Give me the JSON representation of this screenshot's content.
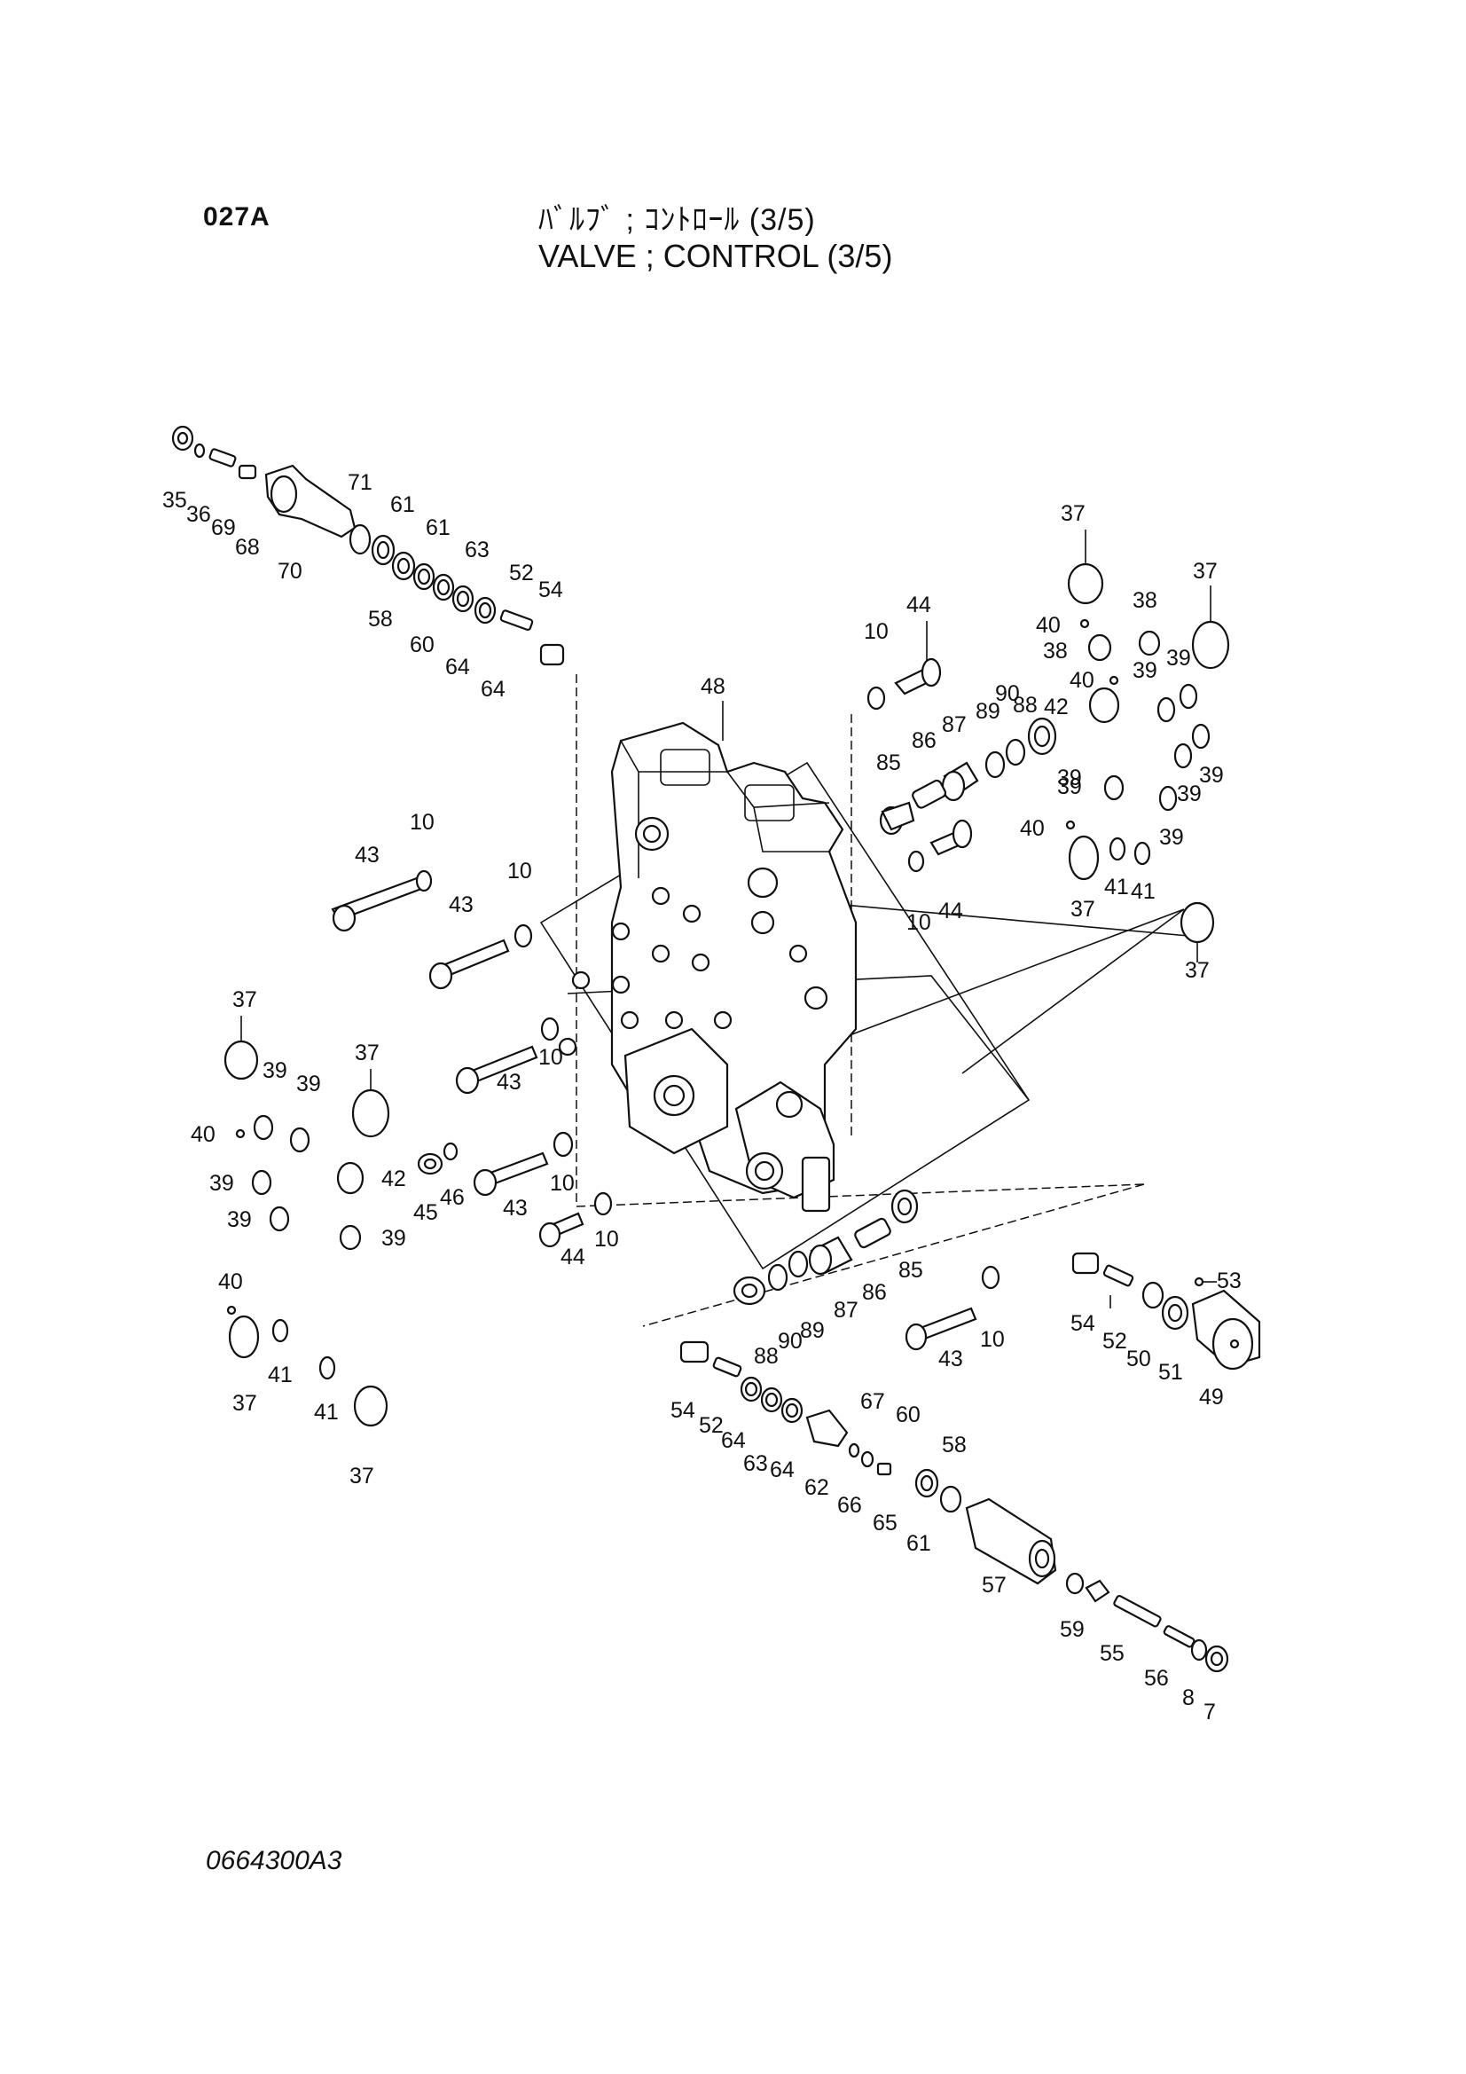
{
  "header": {
    "code": "027A",
    "title_jp": "ﾊﾞﾙﾌﾞ ; ｺﾝﾄﾛｰﾙ (3/5)",
    "title_en": "VALVE ; CONTROL (3/5)"
  },
  "footer": {
    "drawing_number": "0664300A3"
  },
  "part_numbers": [
    "7",
    "8",
    "10",
    "35",
    "36",
    "37",
    "38",
    "39",
    "40",
    "41",
    "42",
    "43",
    "44",
    "45",
    "46",
    "48",
    "49",
    "50",
    "51",
    "52",
    "53",
    "54",
    "55",
    "56",
    "57",
    "58",
    "59",
    "60",
    "61",
    "62",
    "63",
    "64",
    "65",
    "66",
    "67",
    "68",
    "69",
    "70",
    "71",
    "85",
    "86",
    "87",
    "88",
    "89",
    "90"
  ],
  "callouts": [
    {
      "n": "35"
    },
    {
      "n": "36"
    },
    {
      "n": "69"
    },
    {
      "n": "68"
    },
    {
      "n": "70"
    },
    {
      "n": "71"
    },
    {
      "n": "58"
    },
    {
      "n": "61"
    },
    {
      "n": "60"
    },
    {
      "n": "61"
    },
    {
      "n": "64"
    },
    {
      "n": "63"
    },
    {
      "n": "64"
    },
    {
      "n": "52"
    },
    {
      "n": "54"
    },
    {
      "n": "48"
    },
    {
      "n": "10"
    },
    {
      "n": "44"
    },
    {
      "n": "37"
    },
    {
      "n": "40"
    },
    {
      "n": "38"
    },
    {
      "n": "38"
    },
    {
      "n": "37"
    },
    {
      "n": "40"
    },
    {
      "n": "42"
    },
    {
      "n": "39"
    },
    {
      "n": "39"
    },
    {
      "n": "39"
    },
    {
      "n": "39"
    },
    {
      "n": "39"
    },
    {
      "n": "39"
    },
    {
      "n": "88"
    },
    {
      "n": "90"
    },
    {
      "n": "89"
    },
    {
      "n": "87"
    },
    {
      "n": "86"
    },
    {
      "n": "85"
    },
    {
      "n": "39"
    },
    {
      "n": "40"
    },
    {
      "n": "37"
    },
    {
      "n": "41"
    },
    {
      "n": "41"
    },
    {
      "n": "10"
    },
    {
      "n": "44"
    },
    {
      "n": "37"
    },
    {
      "n": "43"
    },
    {
      "n": "10"
    },
    {
      "n": "43"
    },
    {
      "n": "10"
    },
    {
      "n": "37"
    },
    {
      "n": "39"
    },
    {
      "n": "39"
    },
    {
      "n": "40"
    },
    {
      "n": "37"
    },
    {
      "n": "43"
    },
    {
      "n": "10"
    },
    {
      "n": "42"
    },
    {
      "n": "39"
    },
    {
      "n": "39"
    },
    {
      "n": "39"
    },
    {
      "n": "45"
    },
    {
      "n": "46"
    },
    {
      "n": "43"
    },
    {
      "n": "10"
    },
    {
      "n": "44"
    },
    {
      "n": "10"
    },
    {
      "n": "40"
    },
    {
      "n": "37"
    },
    {
      "n": "41"
    },
    {
      "n": "41"
    },
    {
      "n": "37"
    },
    {
      "n": "88"
    },
    {
      "n": "90"
    },
    {
      "n": "89"
    },
    {
      "n": "87"
    },
    {
      "n": "86"
    },
    {
      "n": "85"
    },
    {
      "n": "43"
    },
    {
      "n": "10"
    },
    {
      "n": "54"
    },
    {
      "n": "52"
    },
    {
      "n": "50"
    },
    {
      "n": "51"
    },
    {
      "n": "49"
    },
    {
      "n": "53"
    },
    {
      "n": "54"
    },
    {
      "n": "52"
    },
    {
      "n": "64"
    },
    {
      "n": "63"
    },
    {
      "n": "64"
    },
    {
      "n": "62"
    },
    {
      "n": "66"
    },
    {
      "n": "67"
    },
    {
      "n": "65"
    },
    {
      "n": "60"
    },
    {
      "n": "61"
    },
    {
      "n": "58"
    },
    {
      "n": "57"
    },
    {
      "n": "59"
    },
    {
      "n": "55"
    },
    {
      "n": "56"
    },
    {
      "n": "8"
    },
    {
      "n": "7"
    }
  ]
}
